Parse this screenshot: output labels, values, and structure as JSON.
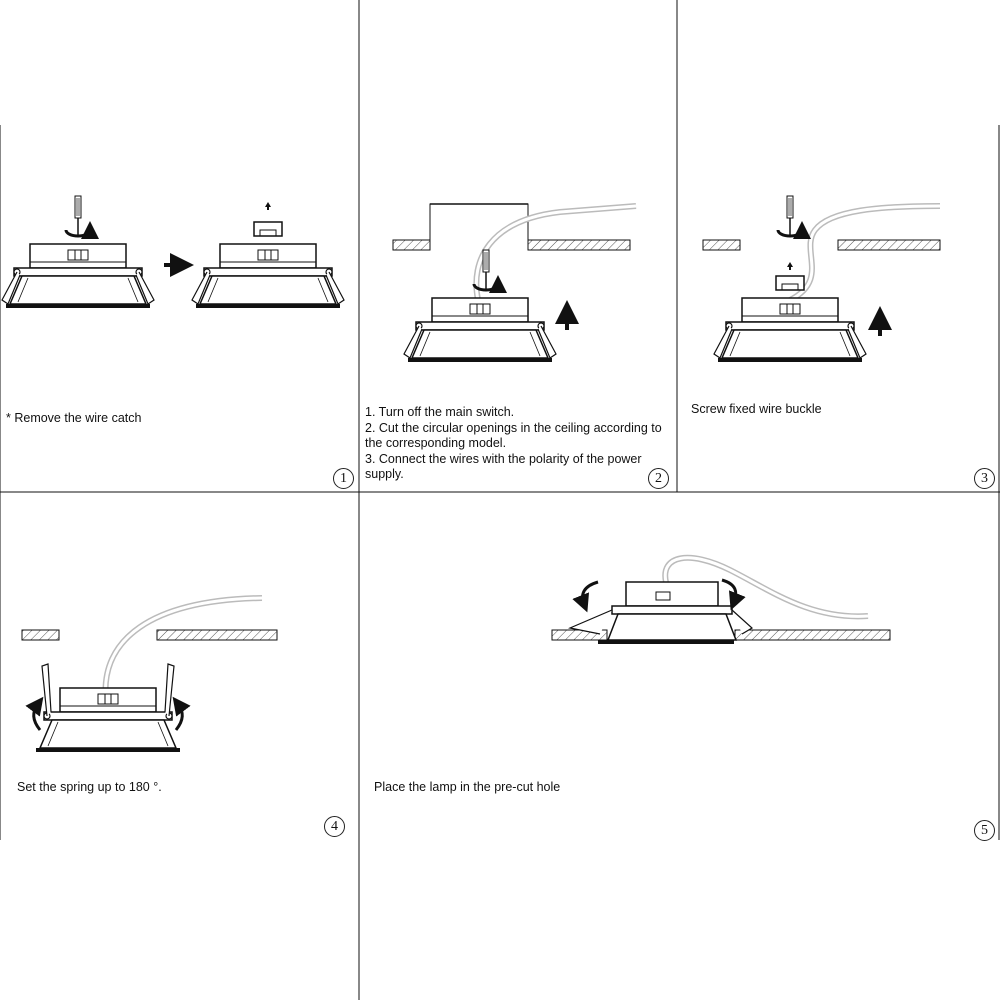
{
  "colors": {
    "ink": "#1a1a1a",
    "cable": "#bbbbbb",
    "hatch": "#555555"
  },
  "steps": [
    {
      "number": "1",
      "caption": "* Remove the wire catch"
    },
    {
      "number": "2",
      "caption_lines": [
        "1. Turn off the main switch.",
        "2. Cut the circular openings in the ceiling according to",
        "the corresponding model.",
        "3. Connect the wires with the polarity of the power",
        "supply."
      ]
    },
    {
      "number": "3",
      "caption": "Screw fixed wire buckle"
    },
    {
      "number": "4",
      "caption": "Set the spring up to 180 °."
    },
    {
      "number": "5",
      "caption": "Place the lamp in the pre-cut hole"
    }
  ]
}
